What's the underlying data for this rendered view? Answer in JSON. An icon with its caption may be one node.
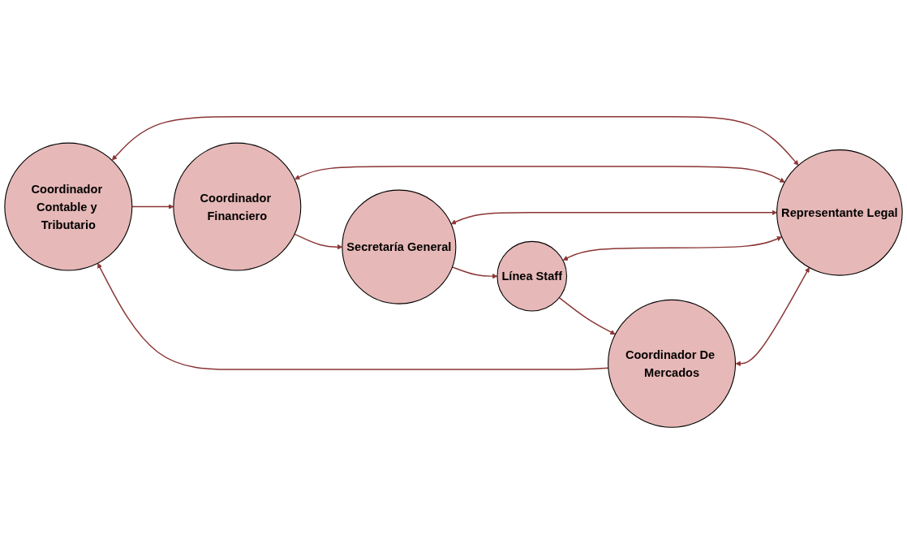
{
  "diagram": {
    "nodes": [
      {
        "text": [
          "Coordinador Contable y Tributario"
        ]
      },
      {
        "text": [
          "Coordinador Financiero"
        ]
      },
      {
        "text": [
          "Coordinador De Mercados"
        ]
      },
      {
        "text": [
          "Representante Legal"
        ]
      },
      {
        "text": [
          "Secretaría General"
        ]
      },
      {
        "text": [
          "Línea Staff"
        ]
      }
    ],
    "edges": [
      {
        "from": 0,
        "to": 3,
        "arrow": "both"
      },
      {
        "from": 1,
        "to": 3,
        "arrow": "both"
      },
      {
        "from": 2,
        "to": 3,
        "arrow": "both"
      },
      {
        "from": 4,
        "to": 3,
        "arrow": "both"
      },
      {
        "from": 5,
        "to": 3,
        "arrow": "both"
      },
      {
        "from": 0,
        "to": 1,
        "arrow": "to"
      },
      {
        "from": 1,
        "to": 4,
        "arrow": "to"
      },
      {
        "from": 4,
        "to": 5,
        "arrow": "to"
      },
      {
        "from": 5,
        "to": 2,
        "arrow": "to"
      },
      {
        "from": 2,
        "to": 0,
        "arrow": "to"
      }
    ]
  }
}
